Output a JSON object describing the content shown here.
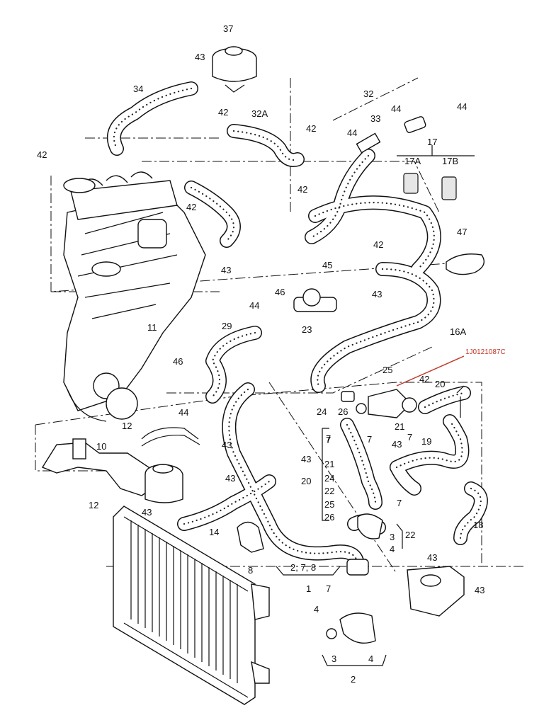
{
  "part_reference": "1J0121087C",
  "callouts": [
    {
      "id": "c37",
      "text": "37"
    },
    {
      "id": "c43a",
      "text": "43"
    },
    {
      "id": "c34",
      "text": "34"
    },
    {
      "id": "c32",
      "text": "32"
    },
    {
      "id": "c42a",
      "text": "42"
    },
    {
      "id": "c32A",
      "text": "32A"
    },
    {
      "id": "c33",
      "text": "33"
    },
    {
      "id": "c44a",
      "text": "44"
    },
    {
      "id": "c44b",
      "text": "44"
    },
    {
      "id": "c44c",
      "text": "44"
    },
    {
      "id": "c42b",
      "text": "42"
    },
    {
      "id": "c42c",
      "text": "42"
    },
    {
      "id": "c17",
      "text": "17"
    },
    {
      "id": "c17A",
      "text": "17A"
    },
    {
      "id": "c17B",
      "text": "17B"
    },
    {
      "id": "c42d",
      "text": "42"
    },
    {
      "id": "c42e",
      "text": "42"
    },
    {
      "id": "c47",
      "text": "47"
    },
    {
      "id": "c43b",
      "text": "43"
    },
    {
      "id": "c45",
      "text": "45"
    },
    {
      "id": "c42f",
      "text": "42"
    },
    {
      "id": "c46a",
      "text": "46"
    },
    {
      "id": "c44d",
      "text": "44"
    },
    {
      "id": "c43c",
      "text": "43"
    },
    {
      "id": "c11",
      "text": "11"
    },
    {
      "id": "c29",
      "text": "29"
    },
    {
      "id": "c23",
      "text": "23"
    },
    {
      "id": "c16A",
      "text": "16A"
    },
    {
      "id": "c46b",
      "text": "46"
    },
    {
      "id": "c25",
      "text": "25"
    },
    {
      "id": "c42g",
      "text": "42"
    },
    {
      "id": "c20a",
      "text": "20"
    },
    {
      "id": "c44e",
      "text": "44"
    },
    {
      "id": "c24a",
      "text": "24"
    },
    {
      "id": "c26a",
      "text": "26"
    },
    {
      "id": "c21a",
      "text": "21"
    },
    {
      "id": "c7a",
      "text": "7"
    },
    {
      "id": "c12a",
      "text": "12"
    },
    {
      "id": "c43d",
      "text": "43"
    },
    {
      "id": "c10",
      "text": "10"
    },
    {
      "id": "c43e",
      "text": "43"
    },
    {
      "id": "c7b",
      "text": "7"
    },
    {
      "id": "c7c",
      "text": "7"
    },
    {
      "id": "c43f",
      "text": "43"
    },
    {
      "id": "c19",
      "text": "19"
    },
    {
      "id": "c12b",
      "text": "12"
    },
    {
      "id": "c43g",
      "text": "43"
    },
    {
      "id": "c43h",
      "text": "43"
    },
    {
      "id": "c14",
      "text": "14"
    },
    {
      "id": "c7d",
      "text": "7"
    },
    {
      "id": "c18",
      "text": "18"
    },
    {
      "id": "c22b",
      "text": "22"
    },
    {
      "id": "c3a",
      "text": "3"
    },
    {
      "id": "c4a",
      "text": "4"
    },
    {
      "id": "c43i",
      "text": "43"
    },
    {
      "id": "c8",
      "text": "8"
    },
    {
      "id": "c278",
      "text": "2, 7, 8"
    },
    {
      "id": "c1",
      "text": "1"
    },
    {
      "id": "c7e",
      "text": "7"
    },
    {
      "id": "c43j",
      "text": "43"
    },
    {
      "id": "c4b",
      "text": "4"
    },
    {
      "id": "c3b",
      "text": "3"
    },
    {
      "id": "c4c",
      "text": "4"
    },
    {
      "id": "c2",
      "text": "2"
    }
  ],
  "list_group": {
    "label": "20",
    "items": [
      "7",
      "21",
      "24",
      "22",
      "25",
      "26"
    ]
  }
}
